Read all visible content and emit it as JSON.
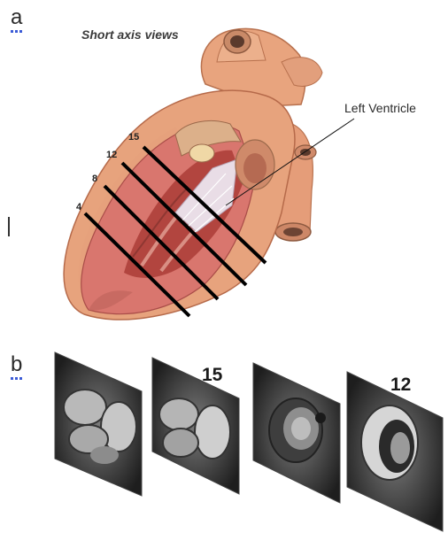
{
  "panel_a": {
    "letter": "a",
    "title": "Short axis views",
    "label": "Left Ventricle",
    "slice_numbers": [
      "15",
      "12",
      "8",
      "4"
    ]
  },
  "panel_b": {
    "letter": "b",
    "slice_labels": [
      "15",
      "12"
    ]
  },
  "colors": {
    "myocardium": "#d9766e",
    "heart_outer": "#e7a37d",
    "slice_line": "#000000"
  }
}
